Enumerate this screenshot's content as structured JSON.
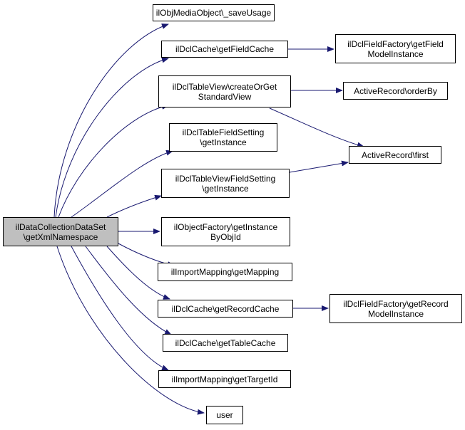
{
  "root": {
    "line1": "ilDataCollectionDataSet",
    "line2": "\\getXmlNamespace"
  },
  "nodes": {
    "save_usage": {
      "line1": "ilObjMediaObject\\_saveUsage"
    },
    "get_field_cache": {
      "line1": "ilDclCache\\getFieldCache"
    },
    "get_field_model": {
      "line1": "ilDclFieldFactory\\getField",
      "line2": "ModelInstance"
    },
    "create_or_get_view": {
      "line1": "ilDclTableView\\createOrGet",
      "line2": "StandardView"
    },
    "order_by": {
      "line1": "ActiveRecord\\orderBy"
    },
    "table_field_setting": {
      "line1": "ilDclTableFieldSetting",
      "line2": "\\getInstance"
    },
    "first": {
      "line1": "ActiveRecord\\first"
    },
    "table_view_field_setting": {
      "line1": "ilDclTableViewFieldSetting",
      "line2": "\\getInstance"
    },
    "object_factory": {
      "line1": "ilObjectFactory\\getInstance",
      "line2": "ByObjId"
    },
    "get_mapping": {
      "line1": "ilImportMapping\\getMapping"
    },
    "get_record_cache": {
      "line1": "ilDclCache\\getRecordCache"
    },
    "get_record_model": {
      "line1": "ilDclFieldFactory\\getRecord",
      "line2": "ModelInstance"
    },
    "get_table_cache": {
      "line1": "ilDclCache\\getTableCache"
    },
    "get_target_id": {
      "line1": "ilImportMapping\\getTargetId"
    },
    "user": {
      "line1": "user"
    }
  },
  "colors": {
    "edge": "#191970",
    "root_fill": "#bfbfbf",
    "node_fill": "#ffffff"
  }
}
